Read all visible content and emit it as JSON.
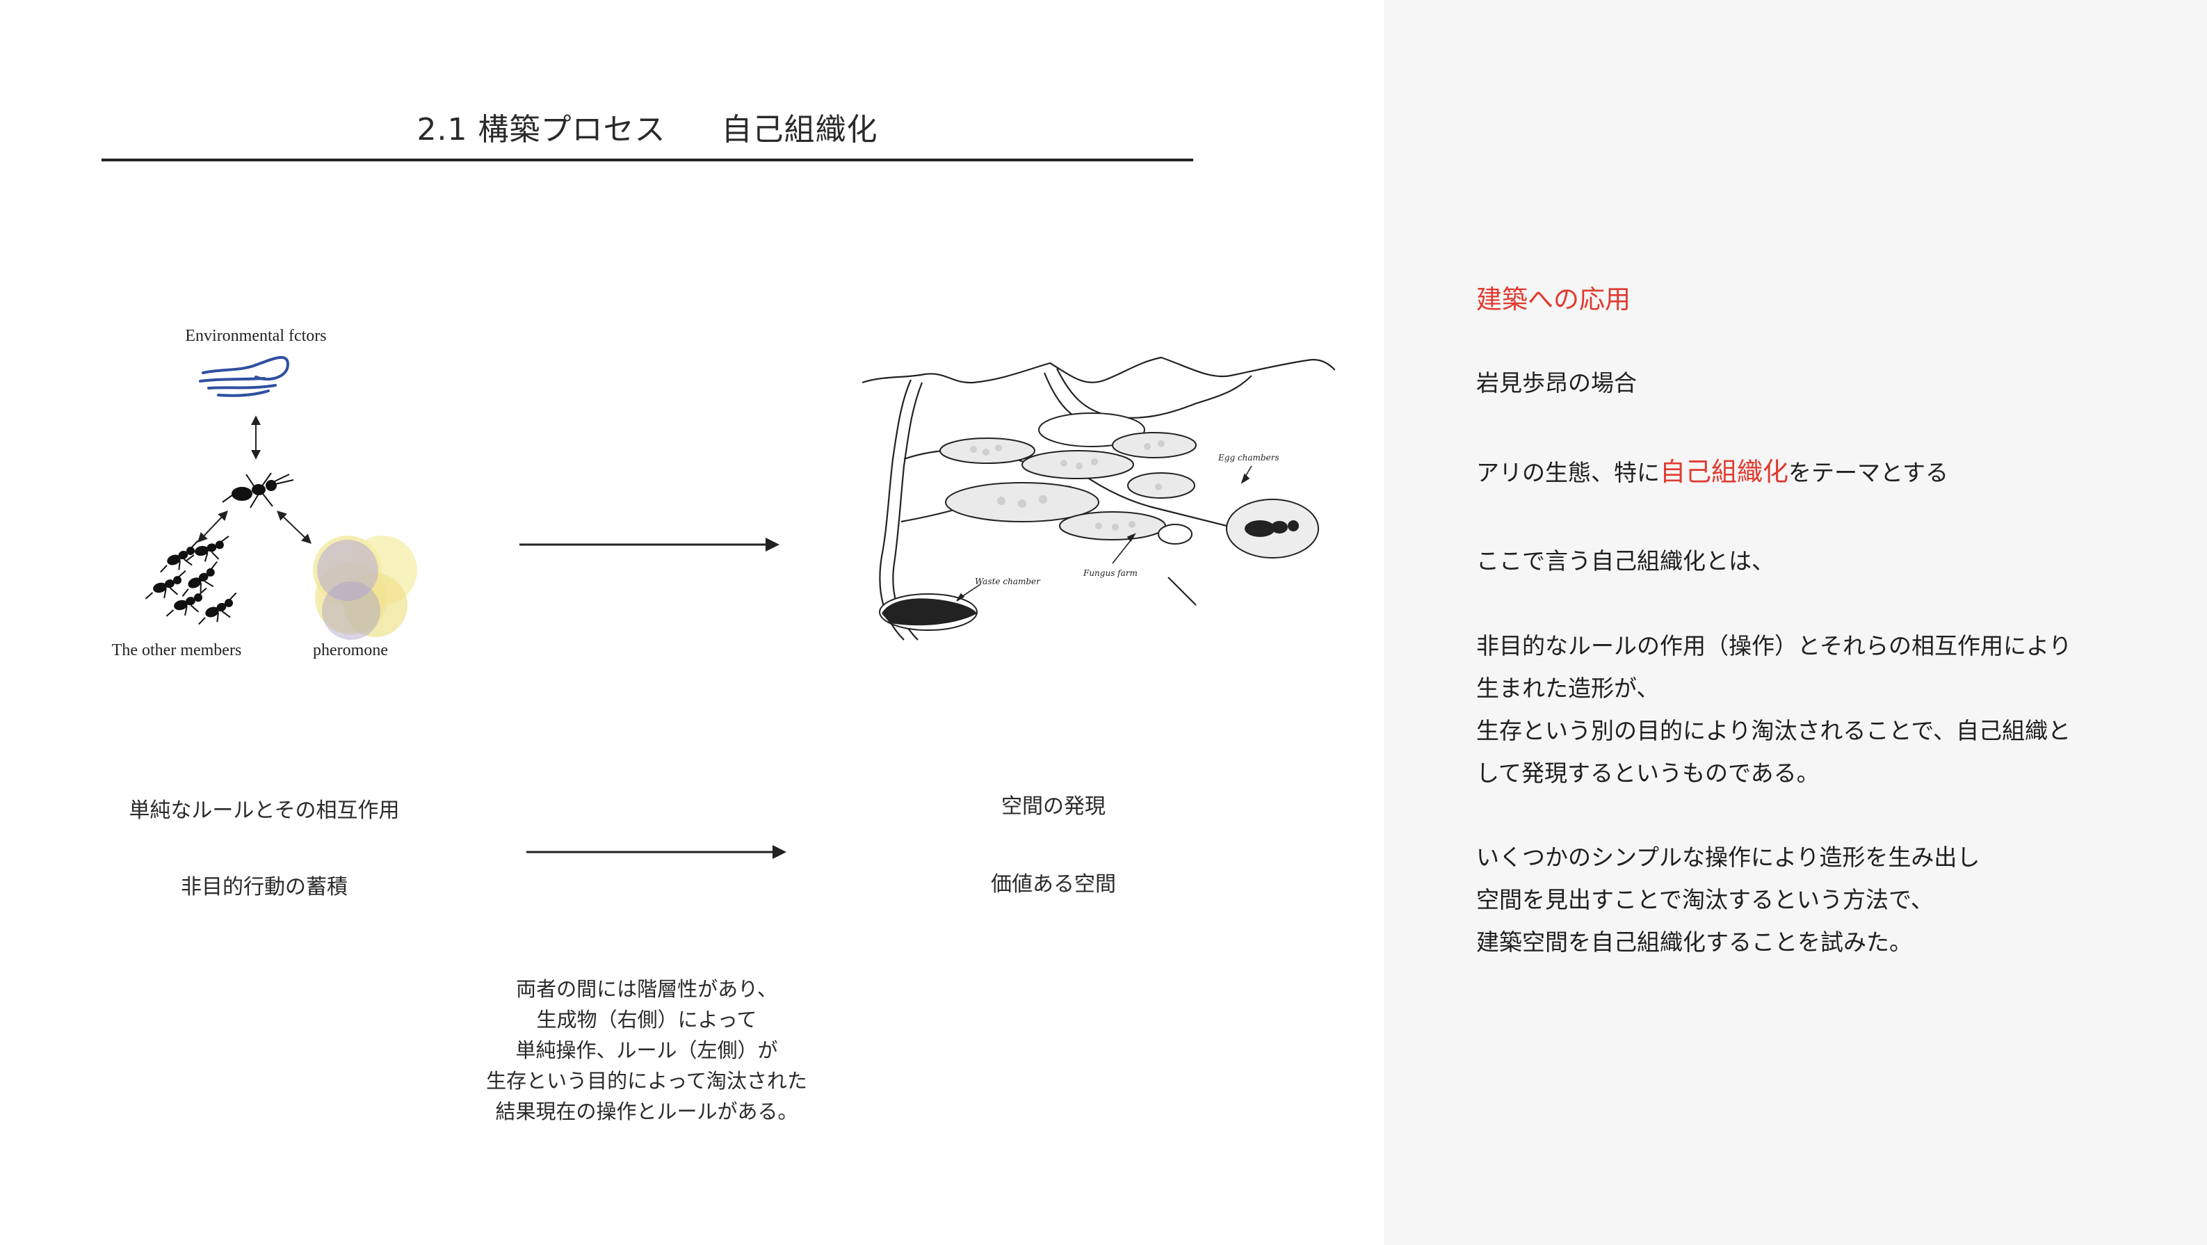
{
  "slide": {
    "title_left": "2.1 構築プロセス",
    "title_right": "自己組織化"
  },
  "diagram": {
    "environment_label": "Environmental fctors",
    "members_label": "The other members",
    "pheromone_label": "pheromone"
  },
  "nest": {
    "egg_label": "Egg chambers",
    "fungus_label": "Fungus farm",
    "waste_label": "Waste chamber"
  },
  "left_text": {
    "simple_rules": "単純なルールとその相互作用",
    "accumulation": "非目的行動の蓄積",
    "space_emergence": "空間の発現",
    "valued_space": "価値ある空間",
    "explanation": [
      "両者の間には階層性があり、",
      "生成物（右側）によって",
      "単純操作、ルール（左側）が",
      "生存という目的によって淘汰された",
      "結果現在の操作とルールがある。"
    ]
  },
  "right_panel": {
    "heading": "建築への応用",
    "case": "岩見歩昂の場合",
    "theme_prefix": "アリの生態、特に",
    "theme_highlight": "自己組織化",
    "theme_suffix": "をテーマとする",
    "definition_intro": "ここで言う自己組織化とは、",
    "definition_lines": [
      "非目的なルールの作用（操作）とそれらの相互作用により",
      "生まれた造形が、",
      "生存という別の目的により淘汰されることで、自己組織と",
      "して発現するというものである。"
    ],
    "method_lines": [
      "いくつかのシンプルな操作により造形を生み出し",
      "空間を見出すことで淘汰するという方法で、",
      "建築空間を自己組織化することを試みた。"
    ]
  },
  "colors": {
    "accent": "#e03a2f",
    "panel_bg": "#f6f6f6",
    "wind_blue": "#2f4fa0",
    "pheromone_yellow": "#f3e79a",
    "pheromone_purple": "#b5a9d3"
  },
  "icons": {
    "wind": "wind-icon",
    "ant": "ant-icon",
    "ant_group": "ant-group-icon",
    "pheromone": "pheromone-circles-icon",
    "nest": "ant-nest-illustration",
    "arrow": "right-arrow-icon"
  }
}
